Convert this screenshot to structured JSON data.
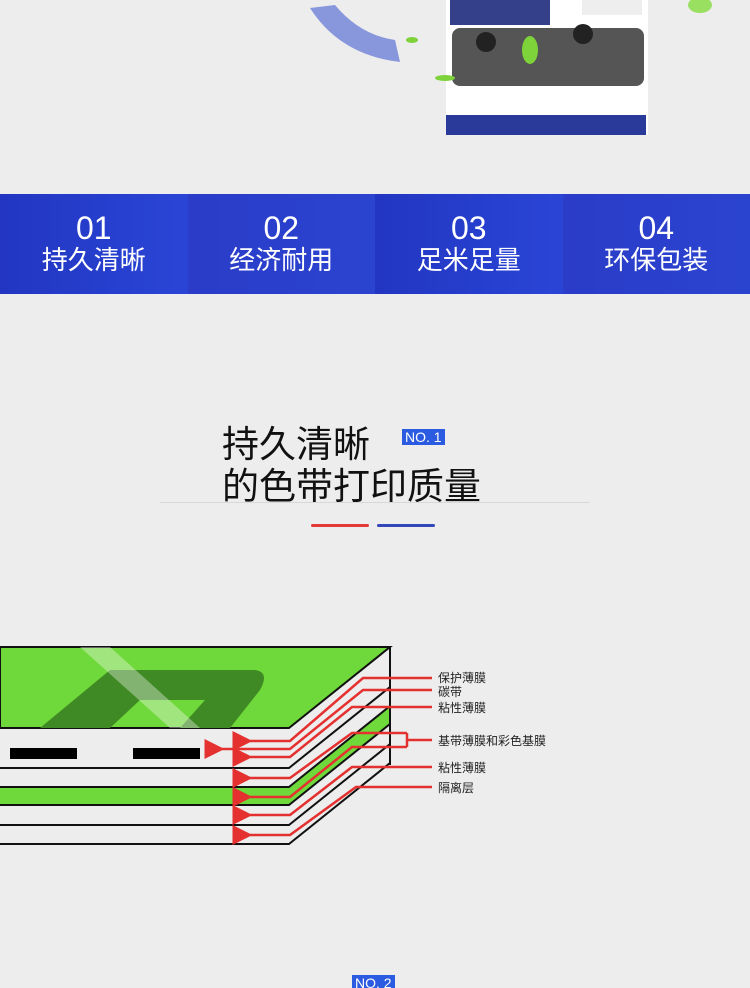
{
  "features": [
    {
      "num": "01",
      "label": "持久清晰"
    },
    {
      "num": "02",
      "label": "经济耐用"
    },
    {
      "num": "03",
      "label": "足米足量"
    },
    {
      "num": "04",
      "label": "环保包装"
    }
  ],
  "section1": {
    "title_line1": "持久清晰",
    "title_line2": "的色带打印质量",
    "badge": "NO. 1"
  },
  "diagram": {
    "labels": [
      "保护薄膜",
      "碳带",
      "粘性薄膜",
      "基带薄膜和彩色基膜",
      "粘性薄膜",
      "隔离层"
    ]
  },
  "section2": {
    "badge": "NO. 2"
  },
  "colors": {
    "accent_blue": "#2a40cc",
    "accent_red": "#e53935",
    "layer_green": "#6fd83a"
  }
}
